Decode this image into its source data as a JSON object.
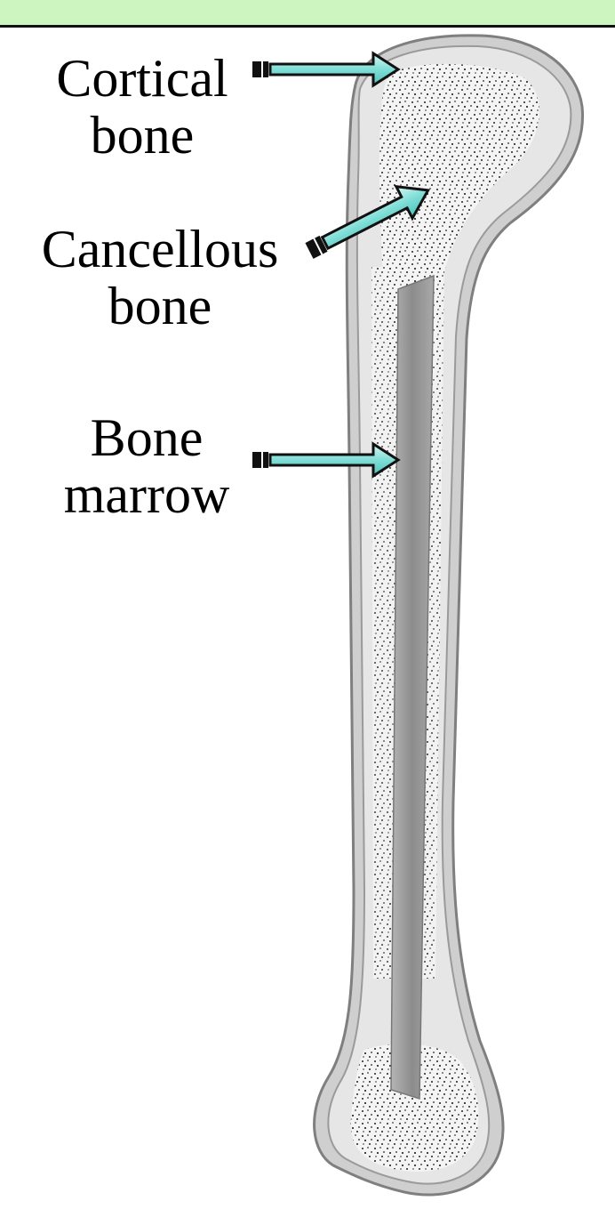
{
  "labels": {
    "cortical": {
      "line1": "Cortical",
      "line2": "bone"
    },
    "cancellous": {
      "line1": "Cancellous",
      "line2": "bone"
    },
    "marrow": {
      "line1": "Bone",
      "line2": "marrow"
    }
  },
  "colors": {
    "header_band": "#ccf5c0",
    "arrow_fill": "#7fded6",
    "bone_outline": "#7f7f7f",
    "cortical_fill": "#e6e6e6",
    "marrow_fill": "#9a9a9a"
  }
}
